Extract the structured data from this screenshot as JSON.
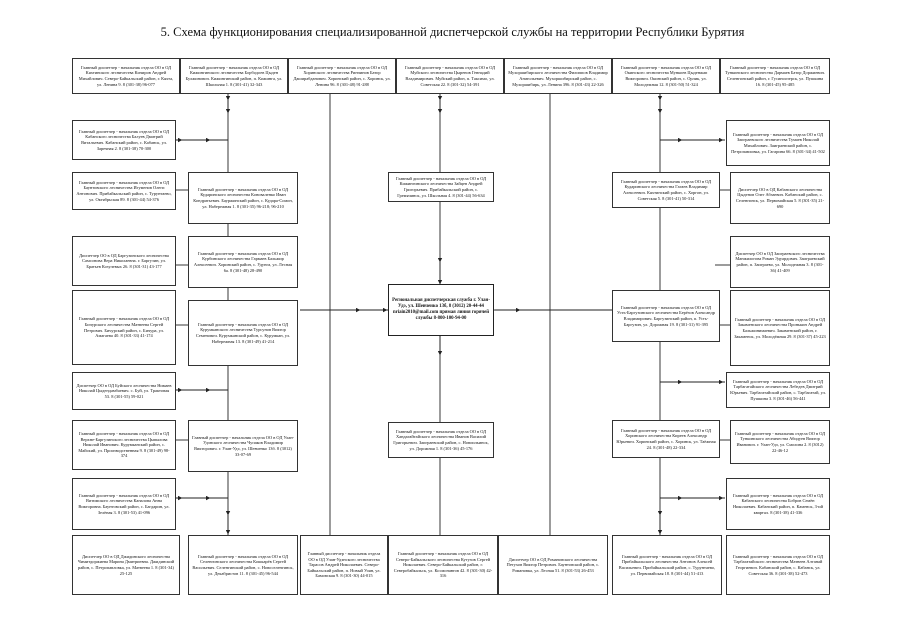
{
  "title": "5. Схема функционирования специализированной диспетчерской службы на территории Республики Бурятия",
  "center": "Региональная диспетчерская служба г. Улан-Удэ, ул. Шевченко 13б, 8 (3012) 20-44-44 nriain2010@mail.com прямая линия горячей службы 8-800-100-94-00",
  "top_row": [
    "Главный диспетчер - начальник отдела ОО в ОД Кяхтинского лесничества Кичиров Андрей Михайлович. Северо-Байкальский район, г. Кяхта, ул. Ленина 9. 8 (301-38) 96-077",
    "Главный диспетчер - начальник отдела ОО в ОД Кижингинского лесничества Борбодоев Цыден Булжинович. Кижингинский район, п. Кижинга, ул. Школьная 1. 8 (301-41) 32-343",
    "Главный диспетчер - начальник отдела ОО в ОД Хоринского лесничества Ринчинов Батор Даширабданович. Хоринский район, с. Хоринск, ул. Ленина 96. 8 (301-48) 91-288",
    "Главный диспетчер - начальник отдела ОО в ОД Муйского лесничества Цыренов Геннадий Владимирович. Муйский район, п. Таксимо, ул. Советская 22. 8 (301-32) 54-391",
    "Главный диспетчер - начальник отдела ОО в ОД Мухоршибирского лесничества Филиппов Владимир Анатольевич. Мухоршибирский район, с. Мухоршибирь, ул. Ленина 396. 8 (301-43) 22-326",
    "Главный диспетчер - начальник отдела ОО в ОД Окинского лесничества Мункоев Цыденжап Викторович. Окинский район, с. Орлик, ул. Молодежная 12. 8 (301-50) 51-324",
    "Главный диспетчер - начальник отдела ОО в ОД Тункинского лесничества Дармаев Батор Доржиевич. Селенгинский район, г. Гусиноозерск, ул. Пушкина 16. 8 (301-45) 95-485"
  ],
  "left_col": [
    "Главный диспетчер - начальник отдела ОО в ОД Кабанского лесничества Балуев Дмитрий Витальевич. Кабанский район, с. Кабанск, ул. Заречная 2. 8 (301-38) 70-300",
    "Главный диспетчер - начальник отдела ОО в ОД Баунтовского лесничества Игуменов Олеги Антонович. Прибайкальский район, с. Турунтаево, ул. Октябрьская 89. 8 (301-44) 54-376",
    "Диспетчер ОО в ОД Баргузинского лесничества Самсонова Вера Николаевна. г. Баргузин, ул. Братьев Козулевых 26. 8 (301-31) 43-177",
    "Главный диспетчер - начальник отдела ОО в ОД Бичурского лесничества Матвеева Сергей Петрович. Бичурский район, с. Бичура, ул. Амагаева 40. 8 (301-33) 41-174",
    "Диспетчер ОО в ОД Буйского лесничества Нимаев Николай Цыдендамбаевич. с. Буй, ул. Трактовая 53. 8 (301-55) 59-021",
    "Главный диспетчер - начальник отдела ОО в ОД Верхне-Баргузинского лесничества Цыпылова Николай Иванович. Курумканский район, с. Майский, ул. Производственная 9. 8 (301-49) 98-374",
    "Главный диспетчер - начальник отдела ОО в ОД Витимского лесничества Каналова Анна Викторовна. Баунтовский район, с. Багдарин, ул. Зелёная 3. 8 (301-53) 41-096",
    "Диспетчер ОО в ОД Джидинского лесничества Чимитдоржиева Марина Дмитриевна. Джидинский район, с. Петропавловка, ул. Матвеева 1. 8 (301-34) 25-125"
  ],
  "inner_left": [
    "Главный диспетчер - начальник отдела ОО в ОД Кударинского лесничества Коноваленко Иван Кондратьевич. Бауржинский район, с. Кудара-Сомон, ул. Набережная 1. 8 (301-35) 96-218; 96-210",
    "Главный диспетчер - начальник отдела ОО в ОД Курбинского лесничества Гармаев Бальжир Алексеевич. Хоринский район, с. Удунга, ул. Лесная 6а. 8 (301-48) 28-490",
    "Главный диспетчер - начальник отдела ОО в ОД Курумканского лесничества Турсунов Виктор Семенович. Курумканский район, с. Курумкан, ул. Набережная 13. 8 (301-49) 41-214",
    "Главный диспетчер - начальник отдела ОО в ОД Улан-Удэнского лесничества Чупаков Владимир Викторович. г. Улан-Удэ, ул. Шевченко 13б. 8 (3012) 33-07-69",
    "Главный диспетчер - начальник отдела ОО в ОД Селенгинского лесничества Кошкарёв Сергей Васильевич. Селенгинский район, с. Новоселенгинск, ул. Декабристов 11. 8 (301-45) 96-544"
  ],
  "inner_center": [
    "Главный диспетчер - начальник отдела ОО в ОД Кижингинского лесничества Зайцев Андрей Григорьевич. Прибайкальский район, с. Гремячинск, ул. Школьная 4. 8 (301-44) 56-634",
    "Главный диспетчер - начальник отдела ОО в ОД Хандагайтайского лесничества Иванов Василий Григорьевич. Заиграевский район, с. Новоильинск, ул. Дорожная 1. 8 (301-36) 45-176"
  ],
  "inner_right": [
    "Главный диспетчер - начальник отдела ОО в ОД Кударинского лесничества Гагаев Владимир Алексеевич. Кяхтинский район, с. Хоргон, ул. Советская 5. 8 (301-41) 50-314",
    "Главный диспетчер - начальник отдела ОО в ОД Усть-Баргузинского лесничества Берёзов Александр Владимирович. Баргузинский район, п. Усть-Баргузин, ул. Дорожная 19. 8 (301-31) 91-395",
    "Главный диспетчер - начальник отдела ОО в ОД Хоринского лесничества Киреев Александр Юрьевич. Хоринский район, с. Хоринск, ул. Таёжная 24. 8 (301-48) 22-334"
  ],
  "right_col": [
    "Главный диспетчер - начальник отдела ОО в ОД Заиграевского лесничества Тумаев Николай Михайлович. Заиграевский район, с. Петропавловка, ул. Гагарина 66. 8 (301-34) 41-502",
    "Диспетчер ОО в ОД Кабанского лесничества Цыденов Олег Абзаевич. Кабанский район, с. Селенгинск, ул. Первомайская 5. 8 (301-35) 21-690",
    "Диспетчер ОО в ОД Заиграевского лесничества Манжилогова Роман Эдуардович. Заиграевский район, п. Заиграево, ул. Молодежная 3. 8 (301-36) 41-409",
    "Главный диспетчер - начальник отдела ОО в ОД Закаменского лесничества Пронькин Андрей Бальжинимаевич. Закаменский район, г. Закаменск, ул. Молодёжная 29. 8 (301-37) 45-223",
    "Главный диспетчер - начальник отдела ОО в ОД Тарбагатайского лесничества Лебедев Дмитрий Юрьевич. Тарбагатайский район, с. Тарбагатай, ул. Пушкина 3. 8 (301-46) 56-441",
    "Главный диспетчер - начальник отдела ОО в ОД Тункинского лесничества Абидуев Виктор Иванович. г. Улан-Удэ, ул. Смолина 2. 8 (3012) 22-46-12",
    "Главный диспетчер - начальник отдела ОО в ОД Кабанского лесничества Бобров Семён Николаевич. Кабанский район, п. Каменск, 3-ий квартал. 8 (301-38) 41-336",
    "Главный диспетчер - начальник отдела ОО в ОД Тарбагатайского лесничества Матвеев Алтанай Георгиевич. Кабанский район, с. Кабанск, ул. Советская 36. 8 (301-38) 52-473"
  ],
  "bottom_row": [
    "Главный диспетчер - начальник отдела ОО в ОД Улан-Удэнского лесничества Тарасов Андрей Николаевич. Северо-Байкальский район, п. Новый Уоян, ул. Бамовская 9. 8 (301-30) 44-015",
    "Главный диспетчер - начальник отдела ОО в ОД Северо-Байкальского лесничества Кутузов Сергей Николаевич. Северо-Байкальский район, г. Северобайкальск, ул. Космонавтов 42. 8 (301-30) 42-316",
    "Диспетчер ОО в ОД Романовского лесничества Петухов Виктор Петрович. Баунтовский район, с. Романовка, ул. Лесная 51. 8 (301-53) 26-453",
    "Главный диспетчер - начальник отдела ОО в ОД Прибайкальского лесничества Антонов Алексей Васильевич. Прибайкальский район, с. Турунтаево, ул. Первомайская 18. 8 (301-44) 51-413"
  ]
}
